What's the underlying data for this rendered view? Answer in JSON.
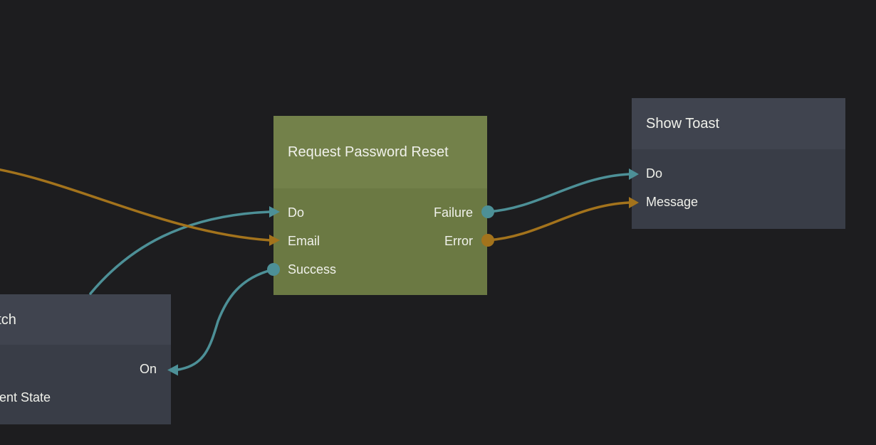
{
  "canvas": {
    "background_color": "#1d1d1f",
    "text_color": "#f0f1eb"
  },
  "colors": {
    "signal_wire": "#4d9097",
    "data_wire": "#a3731c",
    "green_node_header": "#73814a",
    "green_node_body": "#6b7943",
    "slate_node_header": "#40444f",
    "slate_node_body": "#393d47"
  },
  "nodes": {
    "request": {
      "title": "Request Password Reset",
      "ports": {
        "do": "Do",
        "email": "Email",
        "success": "Success",
        "failure": "Failure",
        "error": "Error"
      }
    },
    "toast": {
      "title": "Show Toast",
      "ports": {
        "do": "Do",
        "message": "Message"
      }
    },
    "switch": {
      "title": "Switch",
      "ports": {
        "on": "On",
        "current_state": "Current State"
      }
    }
  },
  "connections": [
    {
      "id": "to-request-do",
      "color": "teal",
      "from": "off-canvas-left",
      "to": "request.do"
    },
    {
      "id": "to-request-email",
      "color": "orange",
      "from": "off-canvas-left",
      "to": "request.email"
    },
    {
      "id": "success-to-switch-on",
      "color": "teal",
      "from": "request.success",
      "to": "switch.on"
    },
    {
      "id": "failure-to-toast-do",
      "color": "teal",
      "from": "request.failure",
      "to": "toast.do"
    },
    {
      "id": "error-to-toast-message",
      "color": "orange",
      "from": "request.error",
      "to": "toast.message"
    }
  ]
}
